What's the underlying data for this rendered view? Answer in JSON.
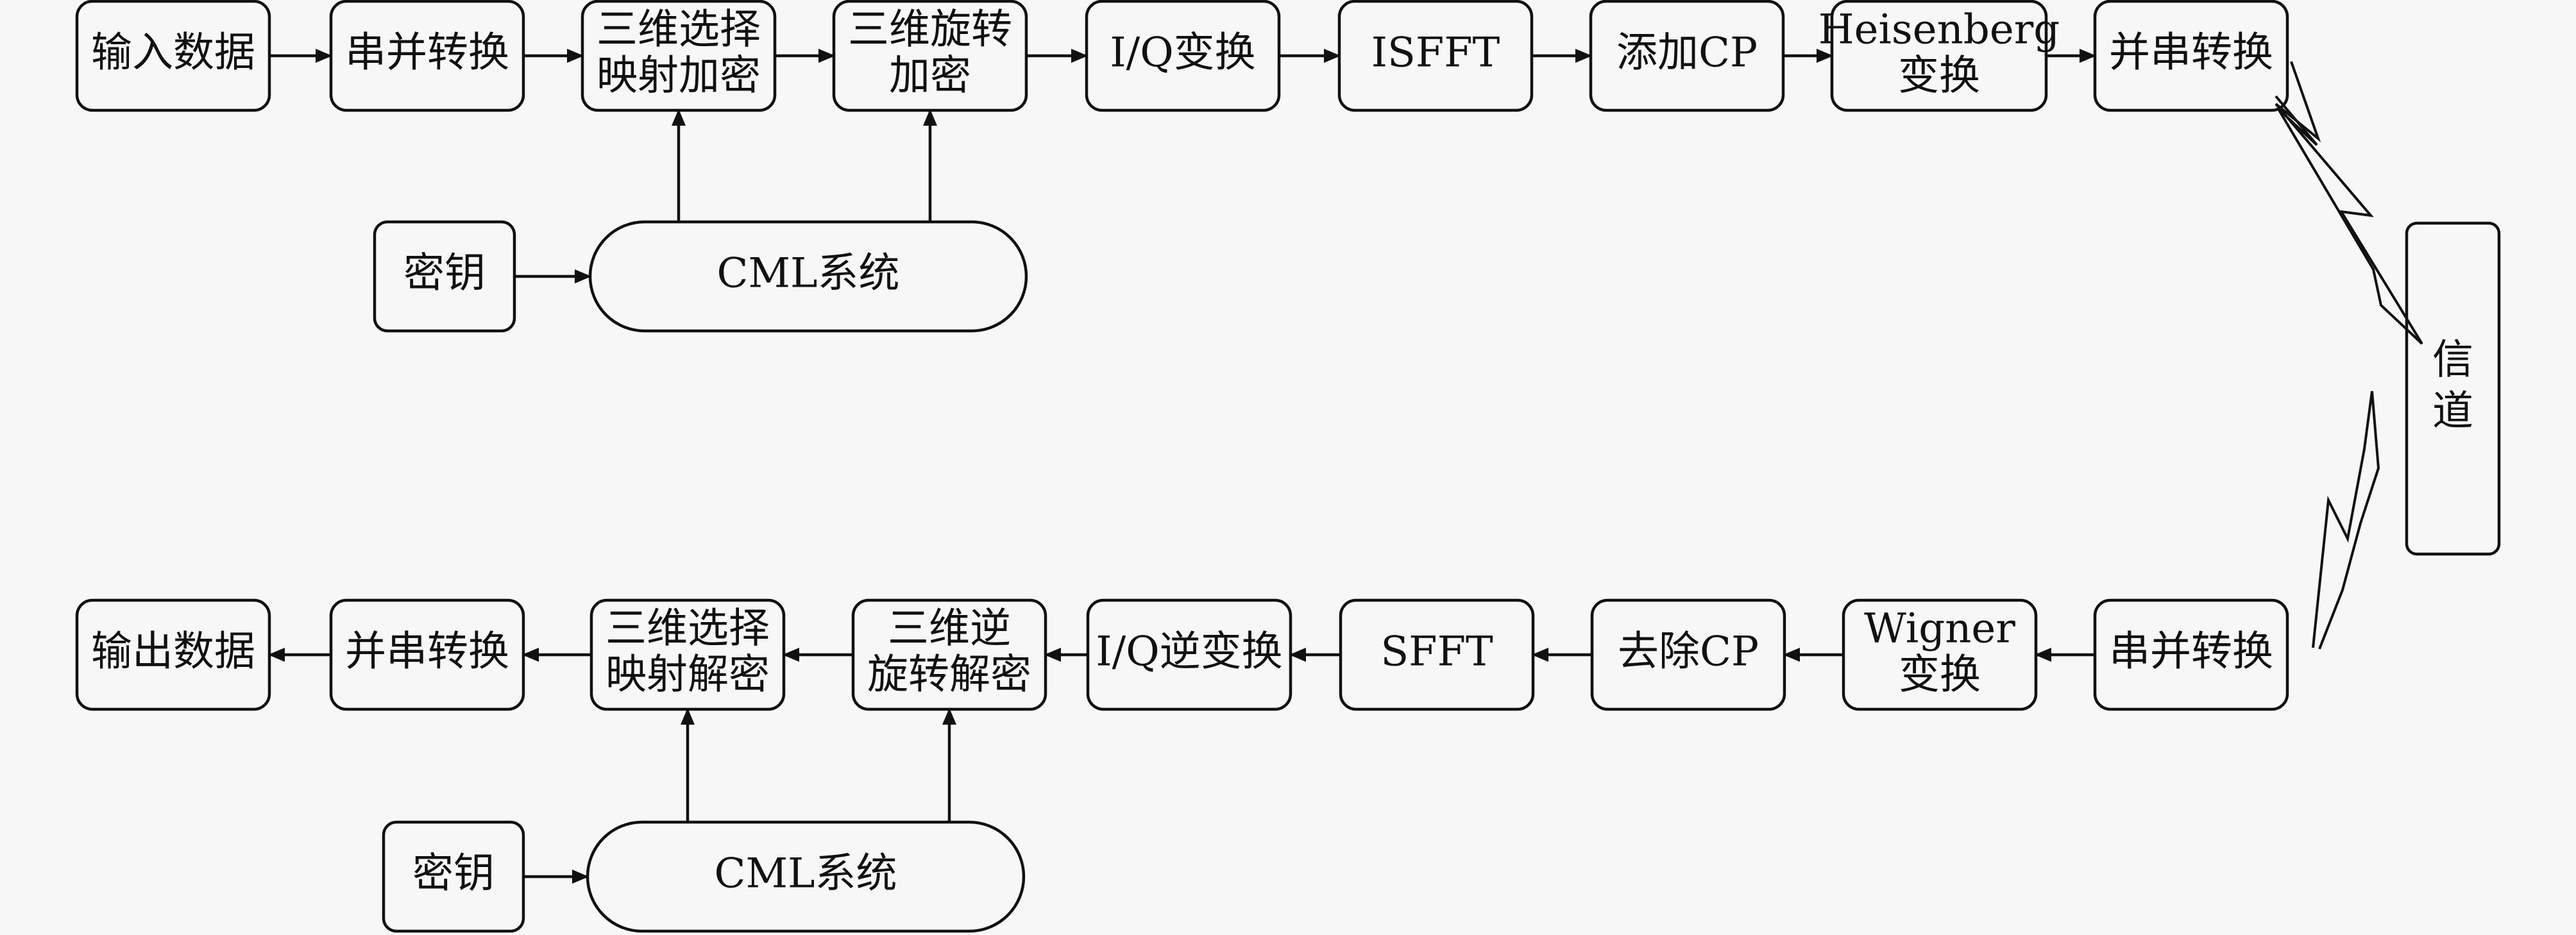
{
  "tx": {
    "input_data": [
      "输入数据"
    ],
    "sp_convert": [
      "串并转换"
    ],
    "select_map_encrypt": [
      "三维选择",
      "映射加密"
    ],
    "rotation_encrypt": [
      "三维旋转",
      "加密"
    ],
    "iq_transform": [
      "I/Q变换"
    ],
    "isfft": [
      "ISFFT"
    ],
    "add_cp": [
      "添加CP"
    ],
    "heisenberg": [
      "Heisenberg",
      "变换"
    ],
    "ps_convert": [
      "并串转换"
    ],
    "key": [
      "密钥"
    ],
    "cml": [
      "CML系统"
    ]
  },
  "channel": [
    "信",
    "道"
  ],
  "rx": {
    "sp_convert": [
      "串并转换"
    ],
    "wigner": [
      "Wigner",
      "变换"
    ],
    "remove_cp": [
      "去除CP"
    ],
    "sfft": [
      "SFFT"
    ],
    "iq_inverse": [
      "I/Q逆变换"
    ],
    "inverse_rotation_decrypt": [
      "三维逆",
      "旋转解密"
    ],
    "select_map_decrypt": [
      "三维选择",
      "映射解密"
    ],
    "ps_convert": [
      "并串转换"
    ],
    "output_data": [
      "输出数据"
    ],
    "key": [
      "密钥"
    ],
    "cml": [
      "CML系统"
    ]
  }
}
